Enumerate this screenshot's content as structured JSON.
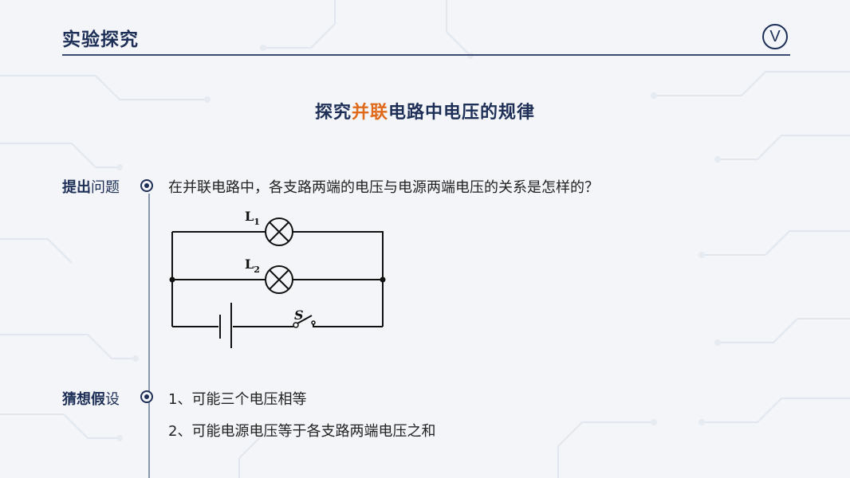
{
  "header": {
    "title": "实验探究",
    "badge": "V"
  },
  "main_title": {
    "part1": "探究",
    "highlight": "并联",
    "part2": "电路中电压的规律"
  },
  "sections": [
    {
      "label_bold": "提出",
      "label_normal": "问题",
      "text": "在并联电路中，各支路两端的电压与电源两端电压的关系是怎样的？"
    },
    {
      "label_bold": "猜想假",
      "label_normal": "设",
      "items": [
        "1、可能三个电压相等",
        "2、可能电源电压等于各支路两端电压之和"
      ]
    }
  ],
  "circuit": {
    "lamp1": {
      "label": "L",
      "sub": "1"
    },
    "lamp2": {
      "label": "L",
      "sub": "2"
    },
    "switch": {
      "label": "S"
    }
  },
  "colors": {
    "navy": "#1e2f57",
    "accent": "#e06a1b",
    "text": "#222222"
  }
}
